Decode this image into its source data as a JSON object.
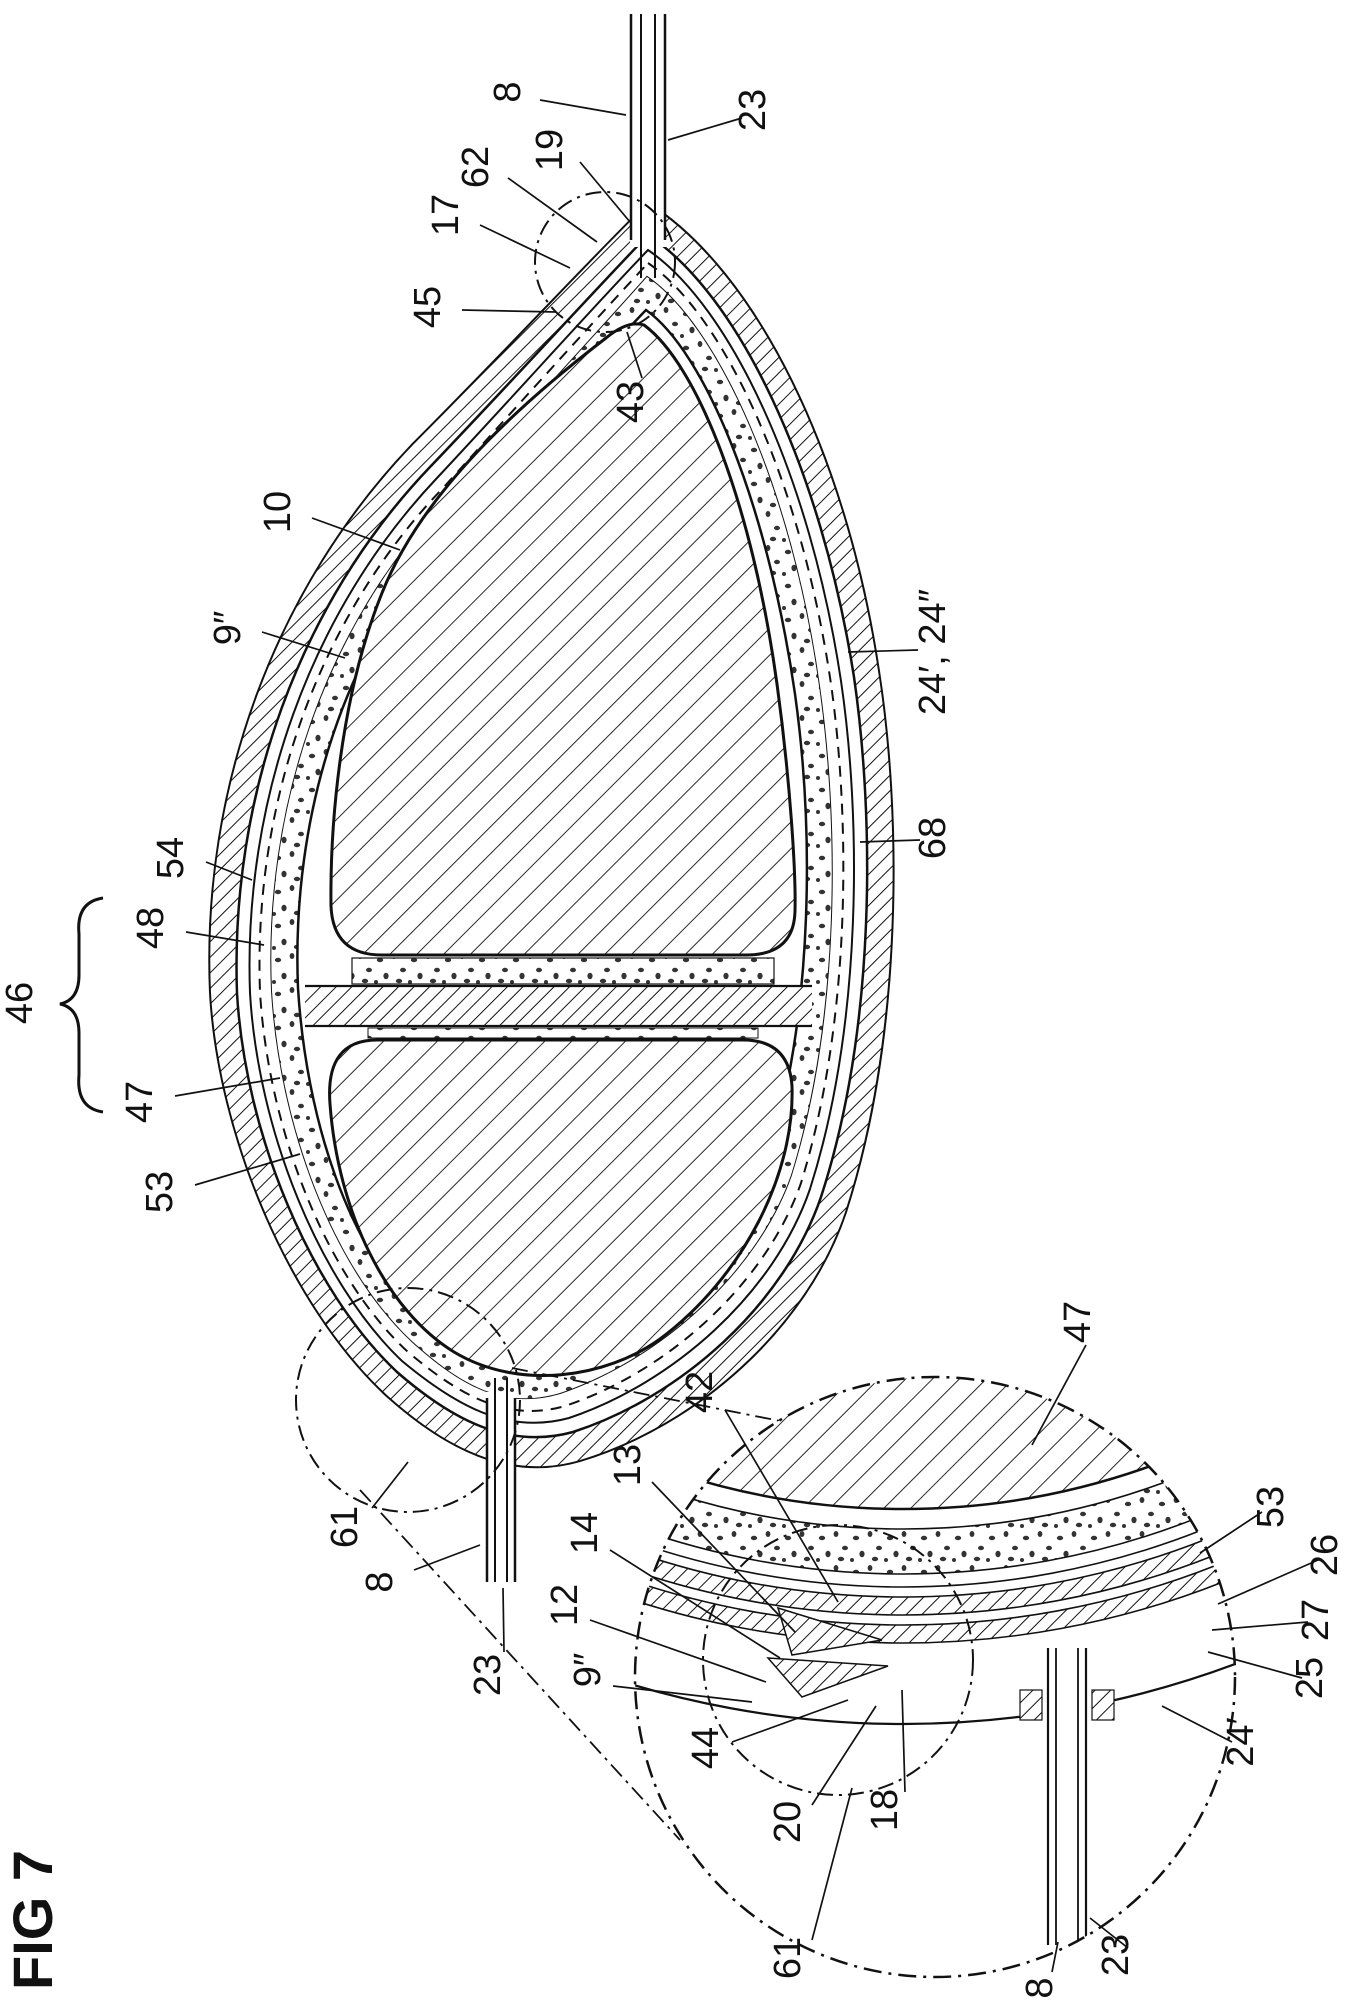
{
  "figure": {
    "title": "FIG 7"
  },
  "colors": {
    "ink": "#111111",
    "background": "#ffffff"
  },
  "labels": {
    "main": [
      {
        "ref": "8"
      },
      {
        "ref": "23"
      },
      {
        "ref": "17"
      },
      {
        "ref": "62"
      },
      {
        "ref": "19"
      },
      {
        "ref": "45"
      },
      {
        "ref": "43"
      },
      {
        "ref": "10"
      },
      {
        "ref": "9″"
      },
      {
        "ref": "24′, 24″"
      },
      {
        "ref": "68"
      },
      {
        "ref": "54"
      },
      {
        "ref": "48"
      },
      {
        "ref": "46"
      },
      {
        "ref": "47"
      },
      {
        "ref": "53"
      },
      {
        "ref": "61"
      },
      {
        "ref": "8"
      },
      {
        "ref": "23"
      }
    ],
    "detail": [
      {
        "ref": "47"
      },
      {
        "ref": "42"
      },
      {
        "ref": "13"
      },
      {
        "ref": "14"
      },
      {
        "ref": "12"
      },
      {
        "ref": "9″"
      },
      {
        "ref": "53"
      },
      {
        "ref": "26"
      },
      {
        "ref": "27"
      },
      {
        "ref": "25"
      },
      {
        "ref": "24′"
      },
      {
        "ref": "44"
      },
      {
        "ref": "20"
      },
      {
        "ref": "18"
      },
      {
        "ref": "61"
      },
      {
        "ref": "8"
      },
      {
        "ref": "23"
      }
    ]
  }
}
